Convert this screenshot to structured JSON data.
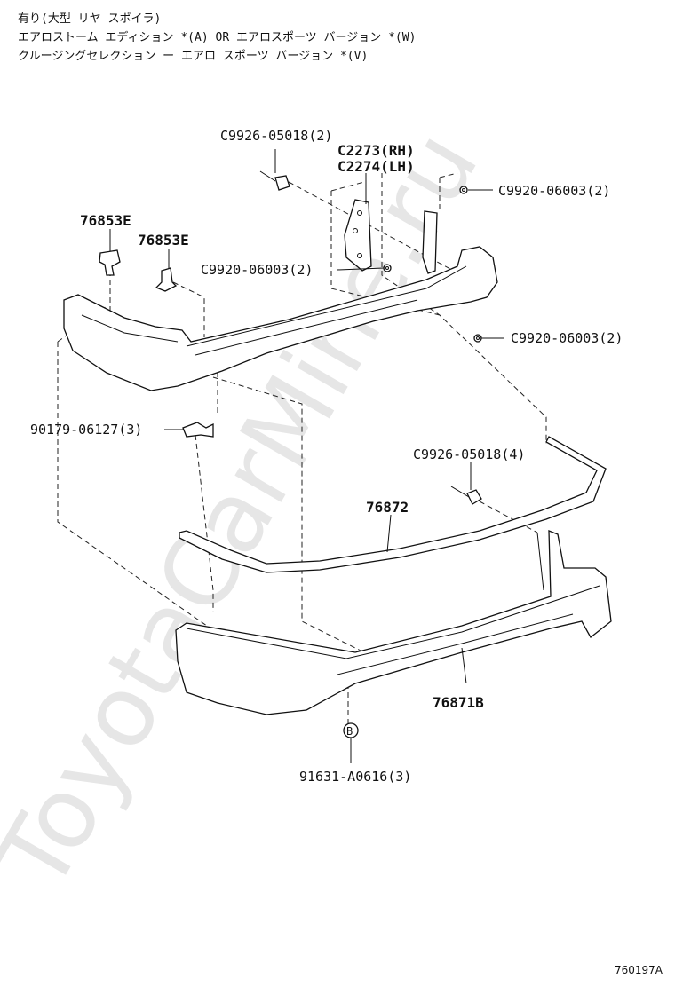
{
  "header": {
    "line1": "有り(大型 リヤ スポイラ)",
    "line2": "エアロストーム エディション *(A) OR エアロスポーツ バージョン *(W)",
    "line3": "クルージングセレクション ー エアロ スポーツ バージョン *(V)"
  },
  "watermark": "ToyotaCarMine.ru",
  "parts": {
    "screw_top": "C9926-05018(2)",
    "bracket_rh": "C2273(RH)",
    "bracket_lh": "C2274(LH)",
    "nut_top_right": "C9920-06003(2)",
    "retainer_left_a": "76853E",
    "retainer_left_b": "76853E",
    "nut_mid": "C9920-06003(2)",
    "nut_right": "C9920-06003(2)",
    "clip_left": "90179-06127(3)",
    "screw_lower": "C9926-05018(4)",
    "molding": "76872",
    "spoiler_lower": "76871B",
    "circle_marker": "B",
    "bottom_fastener": "91631-A0616(3)"
  },
  "figure_code": "760197A"
}
